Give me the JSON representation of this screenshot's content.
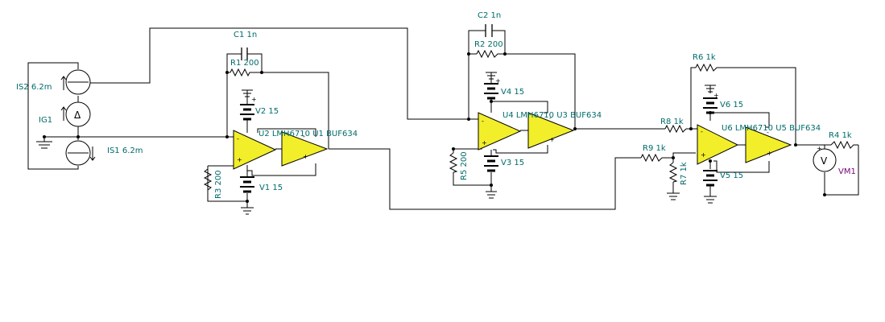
{
  "labels": {
    "c1": "C1 1n",
    "r1": "R1 200",
    "v2": "V2 15",
    "u2u1": "U2 LMH6710 U1 BUF634",
    "r3": "R3 200",
    "v1": "V1 15",
    "is2": "IS2 6.2m",
    "ig1": "IG1",
    "is1": "IS1 6.2m",
    "c2": "C2 1n",
    "r2": "R2 200",
    "v4": "V4 15",
    "u4u3": "U4 LMH6710 U3 BUF634",
    "r5": "R5 200",
    "v3": "V3 15",
    "r6": "R6 1k",
    "v6": "V6 15",
    "r8": "R8 1k",
    "u6u5": "U6 LMH6710 U5 BUF634",
    "r4": "R4 1k",
    "r9": "R9 1k",
    "r7": "R7 1k",
    "v5": "V5 15",
    "vm1": "VM1"
  },
  "symbols": {
    "plus": "+",
    "minus": "-",
    "voltmeter": "V",
    "delta": "Δ"
  },
  "colors": {
    "background": "#ffffff",
    "opamp_fill": "#f2ee2a",
    "label": "#006b6b",
    "meter_label": "#7a007a",
    "wire": "#000000"
  }
}
